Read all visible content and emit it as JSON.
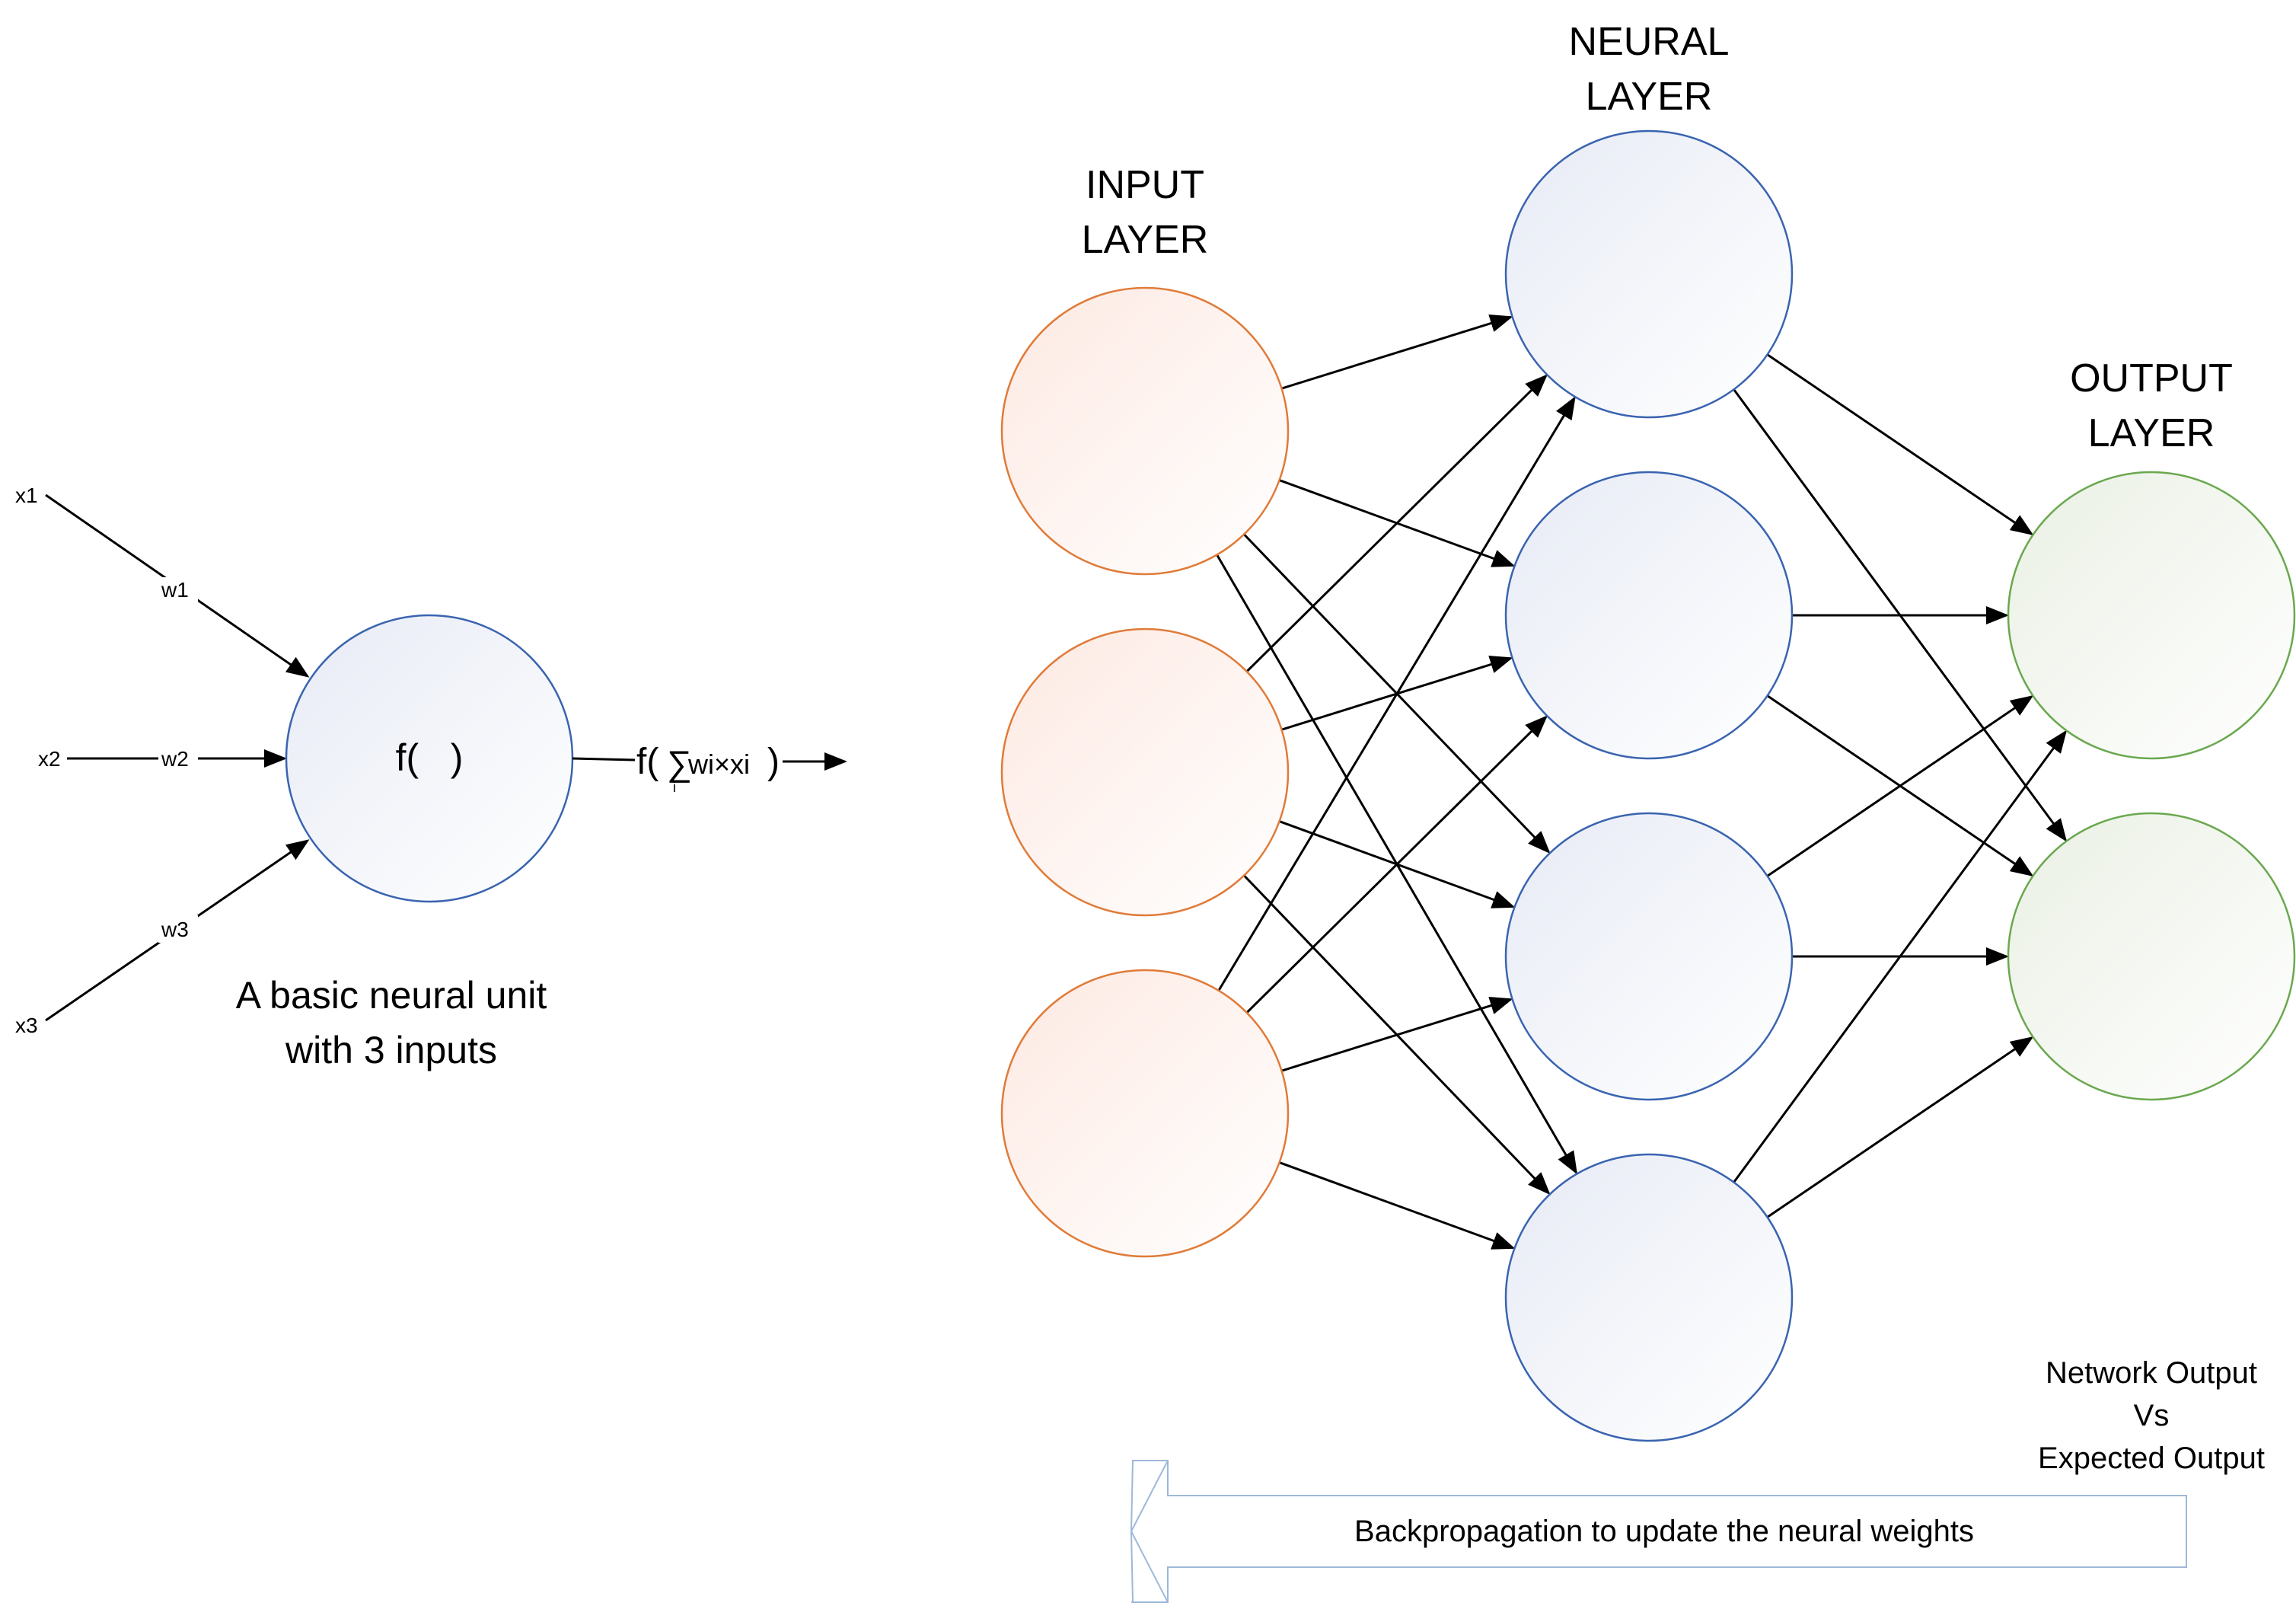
{
  "single_unit": {
    "inputs": [
      {
        "name": "x1",
        "weight": "w1"
      },
      {
        "name": "x2",
        "weight": "w2"
      },
      {
        "name": "x3",
        "weight": "w3"
      }
    ],
    "node_label": "f(   )",
    "output_prefix": "f(",
    "sigma": "∑",
    "sigma_sub": "i",
    "output_term": "wi×xi",
    "output_close": ")",
    "caption_line1": "A basic neural unit",
    "caption_line2": "with 3 inputs"
  },
  "network": {
    "input_layer": {
      "title_line1": "INPUT",
      "title_line2": "LAYER",
      "count": 3,
      "color": "#e07b39"
    },
    "neural_layer": {
      "title_line1": "NEURAL",
      "title_line2": "LAYER",
      "count": 4,
      "color": "#3a64b0"
    },
    "output_layer": {
      "title_line1": "OUTPUT",
      "title_line2": "LAYER",
      "count": 2,
      "color": "#6aa84f"
    },
    "unit_color": "#3a64b0",
    "comparison_line1": "Network Output",
    "comparison_line2": "Vs",
    "comparison_line3": "Expected Output",
    "backprop_label": "Backpropagation to update the neural weights",
    "backprop_arrow_color": "#9fb8d8"
  }
}
